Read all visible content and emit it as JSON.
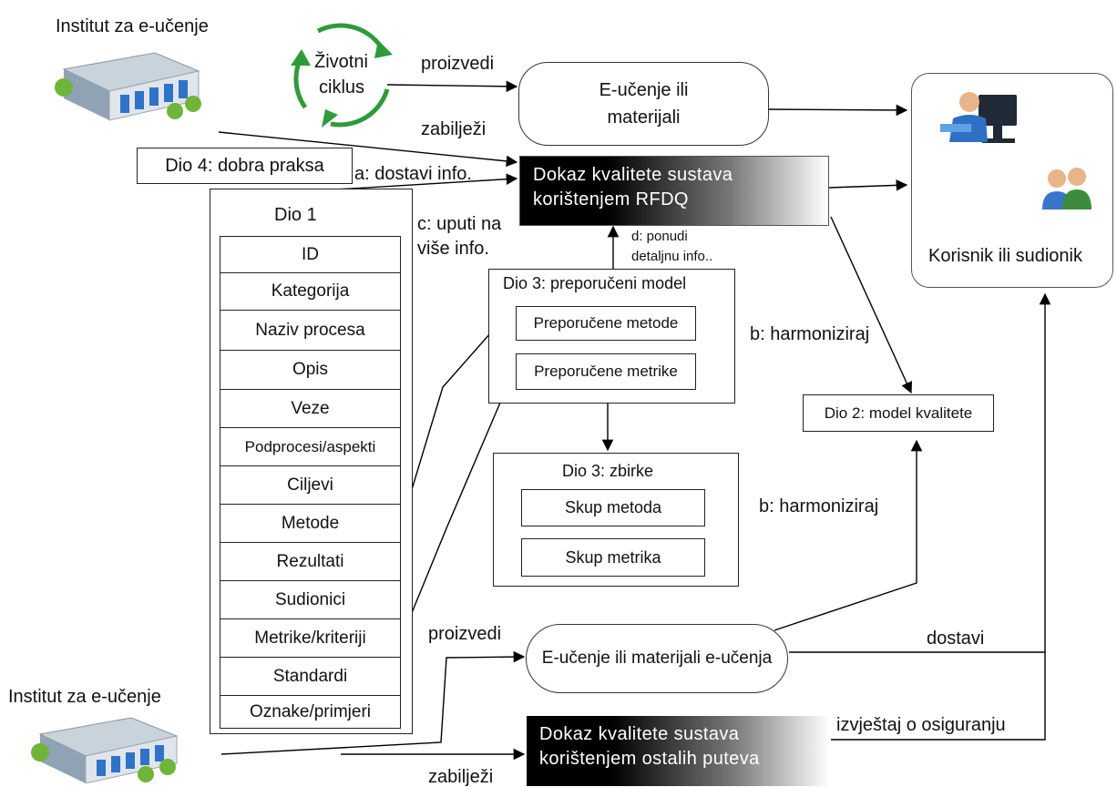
{
  "institute_top_label": "Institut za e-učenje",
  "institute_bottom_label": "Institut za e-učenje",
  "lifecycle": {
    "line1": "Životni",
    "line2": "ciklus"
  },
  "arrow_labels": {
    "produce_top": "proizvedi",
    "record_top": "zabilježi",
    "deliver_info": "a: dostavi info.",
    "refer_line1": "c: uputi na",
    "refer_line2": "više info.",
    "offer_line1": "d: ponudi",
    "offer_line2": "detaljnu info..",
    "harmonize_upper": "b: harmoniziraj",
    "harmonize_lower": "b: harmoniziraj",
    "produce_bottom": "proizvedi",
    "deliver": "dostavi",
    "assurance_report": "izvještaj o osiguranju",
    "record_bottom": "zabilježi"
  },
  "elearning_top": {
    "line1": "E-učenje ili",
    "line2": "materijali"
  },
  "users_label": "Korisnik ili sudionik",
  "part4_label": "Dio 4: dobra praksa",
  "rfdq_box": {
    "line1": "Dokaz kvalitete sustava",
    "line2": "korištenjem RFDQ"
  },
  "part1": {
    "title": "Dio 1",
    "rows": [
      "ID",
      "Kategorija",
      "Naziv procesa",
      "Opis",
      "Veze",
      "Podprocesi/aspekti",
      "Ciljevi",
      "Metode",
      "Rezultati",
      "Sudionici",
      "Metrike/kriteriji",
      "Standardi",
      "Oznake/primjeri"
    ]
  },
  "part3_model": {
    "title": "Dio 3: preporučeni model",
    "methods": "Preporučene metode",
    "metrics": "Preporučene metrike"
  },
  "part3_collections": {
    "title": "Dio 3: zbirke",
    "methods": "Skup metoda",
    "metrics": "Skup metrika"
  },
  "part2_label": "Dio 2: model kvalitete",
  "elearning_bottom": "E-učenje ili materijali e-učenja",
  "other_paths_box": {
    "line1": "Dokaz kvalitete sustava",
    "line2": "korištenjem ostalih puteva"
  }
}
